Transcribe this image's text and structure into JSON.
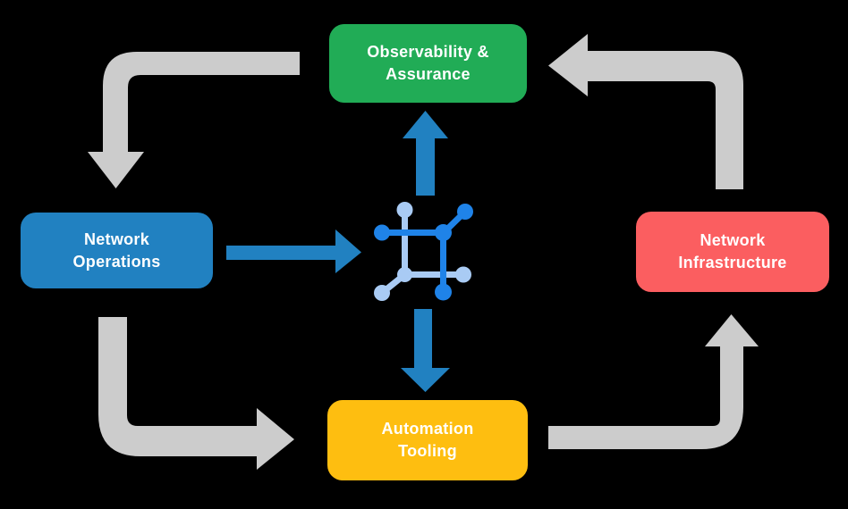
{
  "diagram": {
    "nodes": {
      "observability": {
        "line1": "Observability &",
        "line2": "Assurance",
        "color": "#21AC56"
      },
      "operations": {
        "line1": "Network",
        "line2": "Operations",
        "color": "#2181C1"
      },
      "infrastructure": {
        "line1": "Network",
        "line2": "Infrastructure",
        "color": "#FB5E60"
      },
      "automation": {
        "line1": "Automation",
        "line2": "Tooling",
        "color": "#FEBE10"
      }
    },
    "center_icon": "network-mesh-icon",
    "colors": {
      "background": "#000000",
      "text": "#FFFFFF",
      "cycle_arrow": "#CCCCCC",
      "flow_arrow": "#2181C1",
      "icon_primary": "#1F83E8",
      "icon_secondary": "#A9CBF4"
    }
  }
}
